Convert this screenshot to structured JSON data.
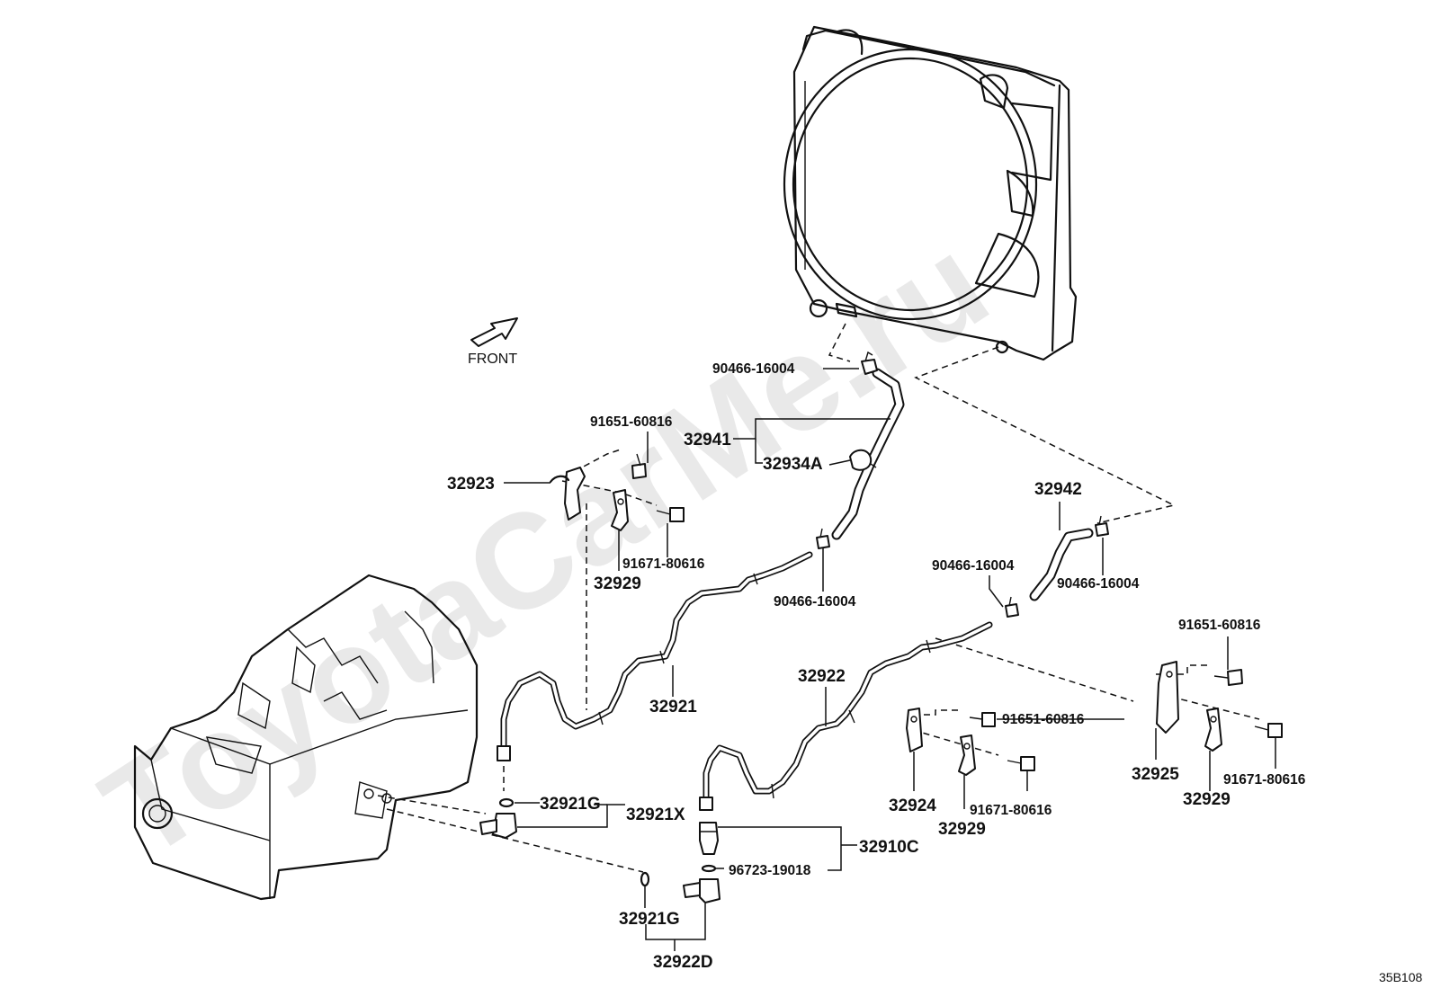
{
  "watermark": "ToyotaCarMe.ru",
  "diagram_code": "35B108",
  "front_label": "FRONT",
  "labels": {
    "p90466_top": "90466-16004",
    "p91651_a": "91651-60816",
    "p32941": "32941",
    "p32934A": "32934A",
    "p32923": "32923",
    "p91671_a": "91671-80616",
    "p32929_a": "32929",
    "p90466_mid": "90466-16004",
    "p32942": "32942",
    "p90466_r1": "90466-16004",
    "p90466_r2": "90466-16004",
    "p91651_b": "91651-60816",
    "p32921": "32921",
    "p32922": "32922",
    "p91651_c": "91651-60816",
    "p32925": "32925",
    "p91671_b": "91671-80616",
    "p32929_b": "32929",
    "p32924": "32924",
    "p91671_c": "91671-80616",
    "p32929_c": "32929",
    "p32921G_a": "32921G",
    "p32921X": "32921X",
    "p32910C": "32910C",
    "p96723": "96723-19018",
    "p32921G_b": "32921G",
    "p32922D": "32922D"
  }
}
